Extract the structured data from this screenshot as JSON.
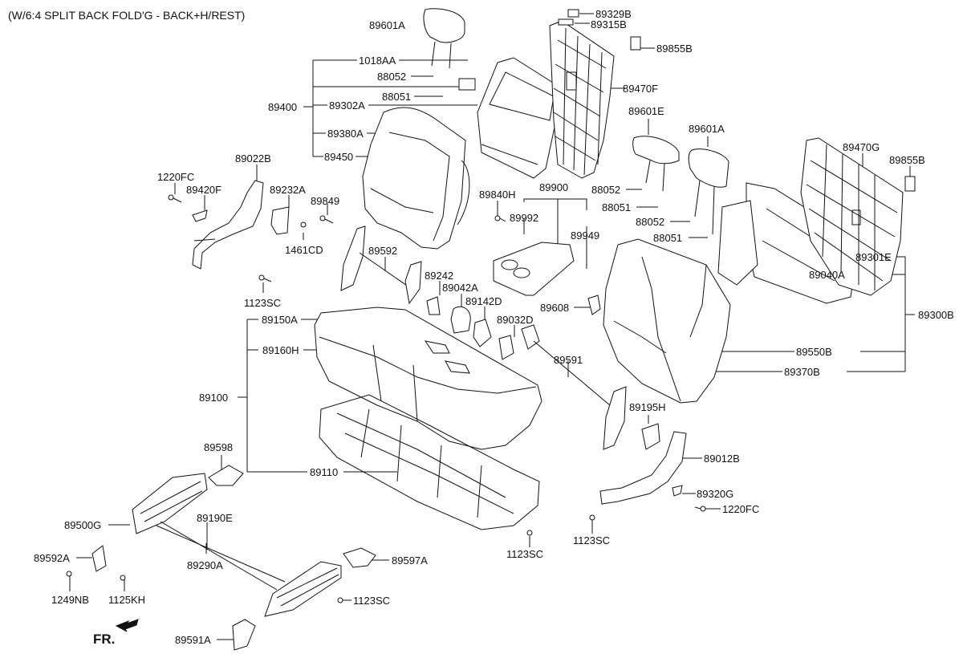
{
  "title": "(W/6:4 SPLIT BACK FOLD'G - BACK+H/REST)",
  "direction_label": "FR.",
  "parts": {
    "p89601A_l": "89601A",
    "p1018AA": "1018AA",
    "p88052_a": "88052",
    "p88051_a": "88051",
    "p89400": "89400",
    "p89302A": "89302A",
    "p89380A": "89380A",
    "p89450": "89450",
    "p89329B": "89329B",
    "p89315B": "89315B",
    "p89855B_a": "89855B",
    "p89470F": "89470F",
    "p89601E": "89601E",
    "p89601A_r": "89601A",
    "p89470G": "89470G",
    "p89855B_b": "89855B",
    "p88052_b": "88052",
    "p88051_b": "88051",
    "p88052_c": "88052",
    "p88051_c": "88051",
    "p89022B": "89022B",
    "p1220FC_a": "1220FC",
    "p89420F": "89420F",
    "p89232A": "89232A",
    "p89849": "89849",
    "p1461CD": "1461CD",
    "p89592": "89592",
    "p1123SC_a": "1123SC",
    "p89840H": "89840H",
    "p89900": "89900",
    "p89992": "89992",
    "p89949": "89949",
    "p89242": "89242",
    "p89042A": "89042A",
    "p89142D": "89142D",
    "p89032D": "89032D",
    "p89608": "89608",
    "p89301E": "89301E",
    "p89040A": "89040A",
    "p89300B": "89300B",
    "p89550B": "89550B",
    "p89370B": "89370B",
    "p89150A": "89150A",
    "p89160H": "89160H",
    "p89100": "89100",
    "p89591": "89591",
    "p89195H": "89195H",
    "p89012B": "89012B",
    "p89320G": "89320G",
    "p1220FC_b": "1220FC",
    "p1123SC_b": "1123SC",
    "p89598": "89598",
    "p89110": "89110",
    "p89500G": "89500G",
    "p89190E": "89190E",
    "p89290A": "89290A",
    "p89592A": "89592A",
    "p1249NB": "1249NB",
    "p1125KH": "1125KH",
    "p89597A": "89597A",
    "p1123SC_c": "1123SC",
    "p1123SC_d": "1123SC",
    "p89591A": "89591A"
  }
}
